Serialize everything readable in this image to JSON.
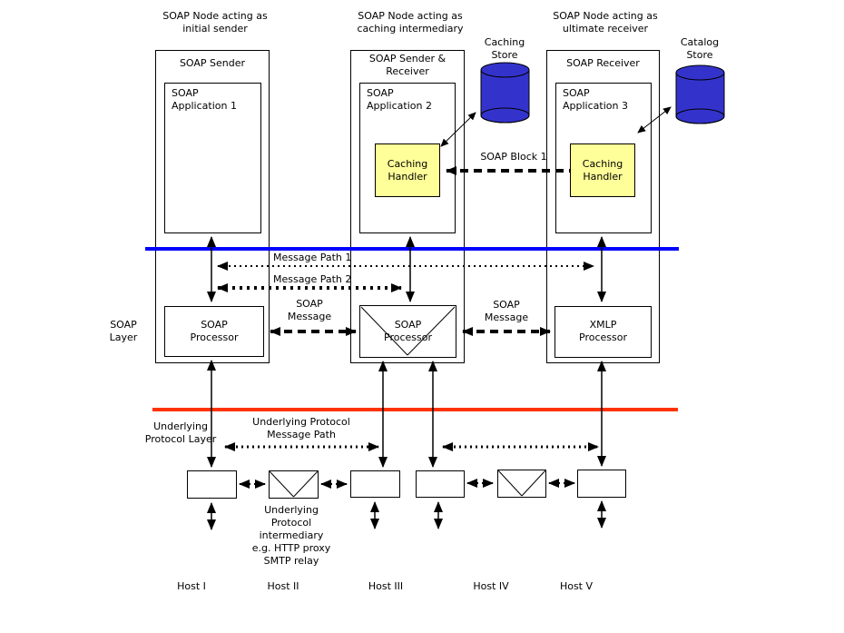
{
  "colors": {
    "blue_line": "#0000FF",
    "red_line": "#FF3300",
    "store_fill": "#3333CC",
    "handler_fill": "#FFFF99"
  },
  "nodes": [
    {
      "header": "SOAP Node acting as\ninitial sender",
      "role": "SOAP Sender",
      "app": "SOAP\nApplication 1",
      "processor": "SOAP\nProcessor"
    },
    {
      "header": "SOAP Node acting as\ncaching intermediary",
      "role": "SOAP Sender &\nReceiver",
      "app": "SOAP\nApplication 2",
      "handler": "Caching\nHandler",
      "processor": "SOAP\nProcessor"
    },
    {
      "header": "SOAP Node acting as\nultimate receiver",
      "role": "SOAP Receiver",
      "app": "SOAP\nApplication 3",
      "handler": "Caching\nHandler",
      "processor": "XMLP\nProcessor"
    }
  ],
  "stores": [
    {
      "label": "Caching\nStore"
    },
    {
      "label": "Catalog\nStore"
    }
  ],
  "labels": {
    "soap_block": "SOAP Block 1",
    "message_path_1": "Message Path 1",
    "message_path_2": "Message Path 2",
    "soap_message": "SOAP\nMessage",
    "soap_layer": "SOAP\nLayer",
    "underlying_protocol_layer": "Underlying\nProtocol Layer",
    "underlying_protocol_message_path": "Underlying Protocol\nMessage Path",
    "underlying_intermediary": "Underlying\nProtocol\nintermediary\ne.g. HTTP proxy\nSMTP relay"
  },
  "hosts": [
    "Host I",
    "Host II",
    "Host III",
    "Host IV",
    "Host V"
  ]
}
